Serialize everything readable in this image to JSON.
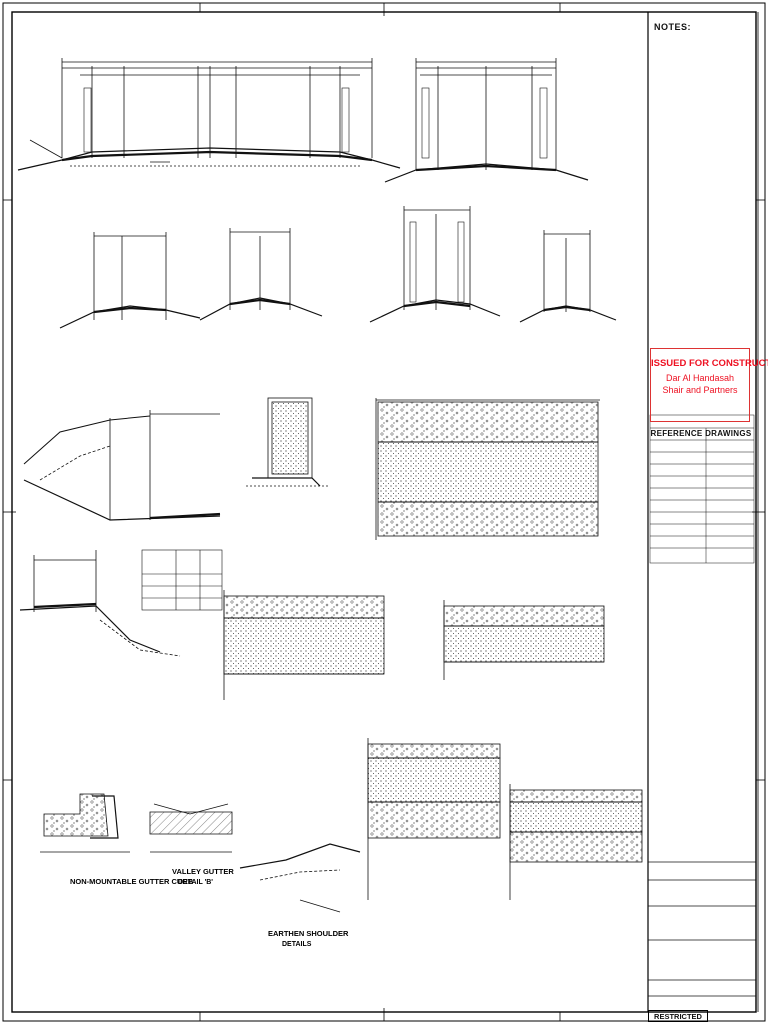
{
  "title_block": {
    "notes_heading": "NOTES:",
    "stamp_line1": "ISSUED FOR CONSTRUCTION",
    "stamp_line2": "Dar Al Handasah",
    "stamp_line3": "Shair and Partners",
    "reference_heading": "REFERENCE DRAWINGS",
    "restricted": "RESTRICTED"
  },
  "captions": {
    "earthen_shoulder": "EARTHEN SHOULDER",
    "earthen_shoulder_2": "DETAILS",
    "non_mountable_curb": "NON-MOUNTABLE GUTTER CURB",
    "valley_gutter": "VALLEY GUTTER",
    "valley_gutter_2": "DETAIL 'B'"
  },
  "colors": {
    "line": "#111111",
    "stamp": "#e01a1a"
  }
}
